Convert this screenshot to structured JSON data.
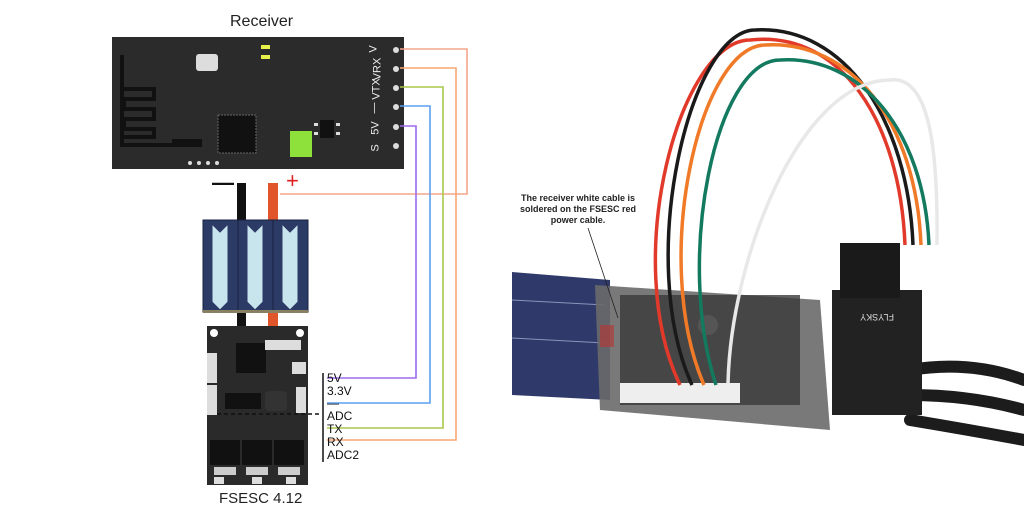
{
  "receiver": {
    "title": "Receiver",
    "pins": [
      "V",
      "VRX",
      "VTX",
      "—",
      "5V",
      "S"
    ]
  },
  "power": {
    "minus": "—",
    "plus": "+"
  },
  "fsesc": {
    "title": "FSESC 4.12",
    "pins": [
      "5V",
      "3.3V",
      "—",
      "ADC",
      "TX",
      "RX",
      "ADC2"
    ]
  },
  "wires": [
    {
      "from": "V",
      "to": "battery +",
      "color": "#f4a58a"
    },
    {
      "from": "VRX",
      "to": "RX",
      "color": "#f7a774"
    },
    {
      "from": "VTX",
      "to": "TX",
      "color": "#a8c84a"
    },
    {
      "from": "—",
      "to": "—",
      "color": "#5aa0f0"
    },
    {
      "from": "5V",
      "to": "5V",
      "color": "#9b6cf0"
    }
  ],
  "photo": {
    "callout": "The receiver white cable is soldered on the FSESC red power cable.",
    "module_marking": "FLYSKY",
    "module_pins": "V VRX VTX — 5V S"
  },
  "colors": {
    "board": "#2b2b2b",
    "antenna": "#111111",
    "green_pad": "#8ee03a",
    "battery_blue": "#2c3a66",
    "battery_chevron": "#c8e4ec",
    "power_red": "#e0552a"
  }
}
